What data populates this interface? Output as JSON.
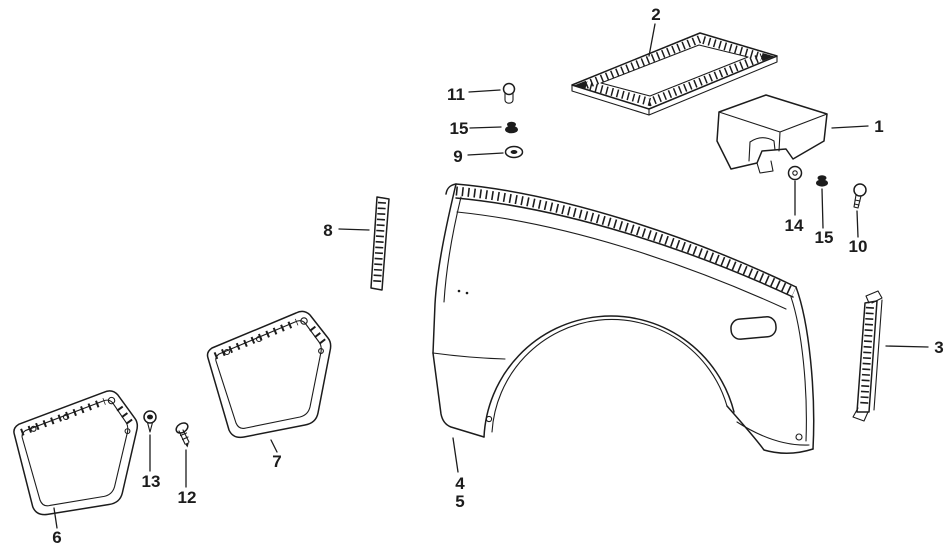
{
  "diagram": {
    "colors": {
      "background": "#ffffff",
      "line": "#1c1c1c"
    },
    "callouts": [
      {
        "id": "callout-2",
        "label": "2"
      },
      {
        "id": "callout-11",
        "label": "11"
      },
      {
        "id": "callout-15-upper",
        "label": "15"
      },
      {
        "id": "callout-9",
        "label": "9"
      },
      {
        "id": "callout-1",
        "label": "1"
      },
      {
        "id": "callout-14",
        "label": "14"
      },
      {
        "id": "callout-15-right",
        "label": "15"
      },
      {
        "id": "callout-10",
        "label": "10"
      },
      {
        "id": "callout-8",
        "label": "8"
      },
      {
        "id": "callout-3",
        "label": "3"
      },
      {
        "id": "callout-7",
        "label": "7"
      },
      {
        "id": "callout-6",
        "label": "6"
      },
      {
        "id": "callout-13",
        "label": "13"
      },
      {
        "id": "callout-12",
        "label": "12"
      },
      {
        "id": "callout-4",
        "label": "4"
      },
      {
        "id": "callout-5",
        "label": "5"
      }
    ]
  }
}
